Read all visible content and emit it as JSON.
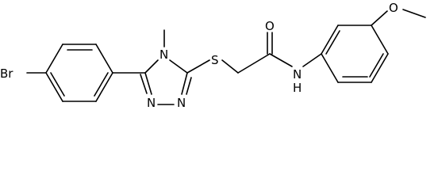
{
  "molecule": {
    "atoms": {
      "br": "Br",
      "n_methyl": "N",
      "n3": "N",
      "n2": "N",
      "s": "S",
      "o_carbonyl": "O",
      "nh": "N",
      "h": "H",
      "o_methoxy": "O"
    }
  }
}
